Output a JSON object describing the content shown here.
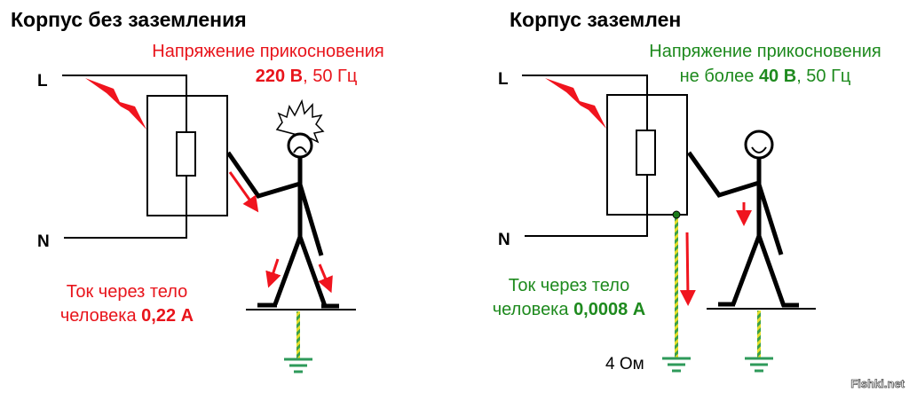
{
  "colors": {
    "danger": "#e8141b",
    "safe": "#1e8a1e",
    "ground": "#2e9a5a"
  },
  "left": {
    "title": "Корпус без заземления",
    "voltage_line1": "Напряжение прикосновения",
    "voltage_bold": "220 В",
    "voltage_rest": ", 50 Гц",
    "current_line1": "Ток через тело",
    "current_prefix": "человека ",
    "current_bold": "0,22 А",
    "label_L": "L",
    "label_N": "N"
  },
  "right": {
    "title": "Корпус заземлен",
    "voltage_line1": "Напряжение прикосновения",
    "voltage_prefix": "не более ",
    "voltage_bold": "40 В",
    "voltage_rest": ", 50 Гц",
    "current_line1": "Ток через тело",
    "current_prefix": "человека ",
    "current_bold": "0,0008 А",
    "label_L": "L",
    "label_N": "N",
    "ground_resistance": "4 Ом"
  },
  "watermark": "Fishki.net"
}
